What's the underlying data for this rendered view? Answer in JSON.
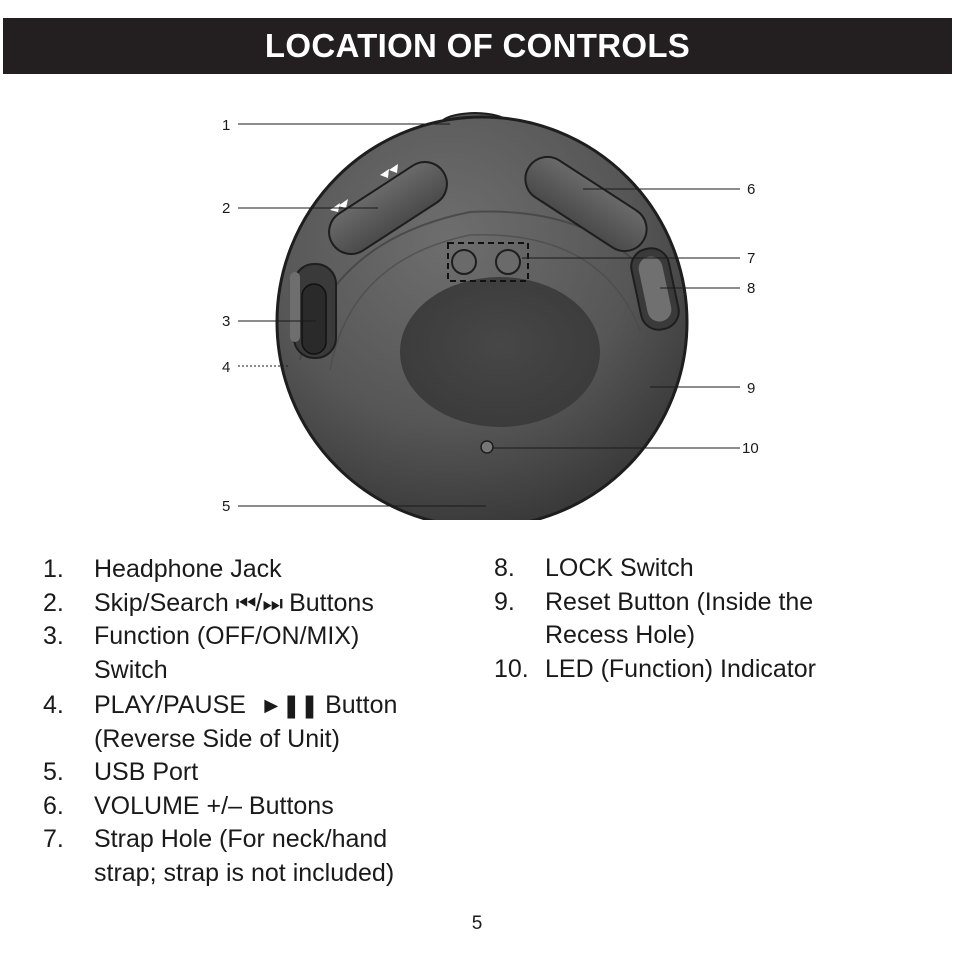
{
  "title": "LOCATION OF CONTROLS",
  "callouts": [
    "1",
    "2",
    "3",
    "4",
    "5",
    "6",
    "7",
    "8",
    "9",
    "10"
  ],
  "controls_left": [
    {
      "num": "1.",
      "lines": [
        "Headphone Jack"
      ]
    },
    {
      "num": "2.",
      "pre": "Skip/Search",
      "icon_prev": "⏮",
      "slash": "/",
      "icon_next": "⏭",
      "post": "Buttons"
    },
    {
      "num": "3.",
      "lines": [
        "Function (OFF/ON/MIX)",
        "Switch"
      ]
    },
    {
      "num": "4.",
      "pre": "PLAY/PAUSE",
      "icon_play": "►❚❚",
      "post": "Button",
      "line2": "(Reverse Side of Unit)"
    },
    {
      "num": "5.",
      "lines": [
        "USB Port"
      ]
    },
    {
      "num": "6.",
      "lines": [
        "VOLUME +/– Buttons"
      ]
    },
    {
      "num": "7.",
      "lines": [
        "Strap Hole (For neck/hand",
        "strap; strap is not included)"
      ]
    }
  ],
  "controls_right": [
    {
      "num": "8.",
      "lines": [
        "LOCK Switch"
      ]
    },
    {
      "num": "9.",
      "lines": [
        "Reset Button (Inside the",
        "Recess Hole)"
      ]
    },
    {
      "num": "10.",
      "lines": [
        "LED (Function) Indicator"
      ]
    }
  ],
  "page_number": "5",
  "colors": {
    "title_bg": "#231f20",
    "device": "#5a5a5a",
    "device_dark": "#3c3c3c"
  }
}
